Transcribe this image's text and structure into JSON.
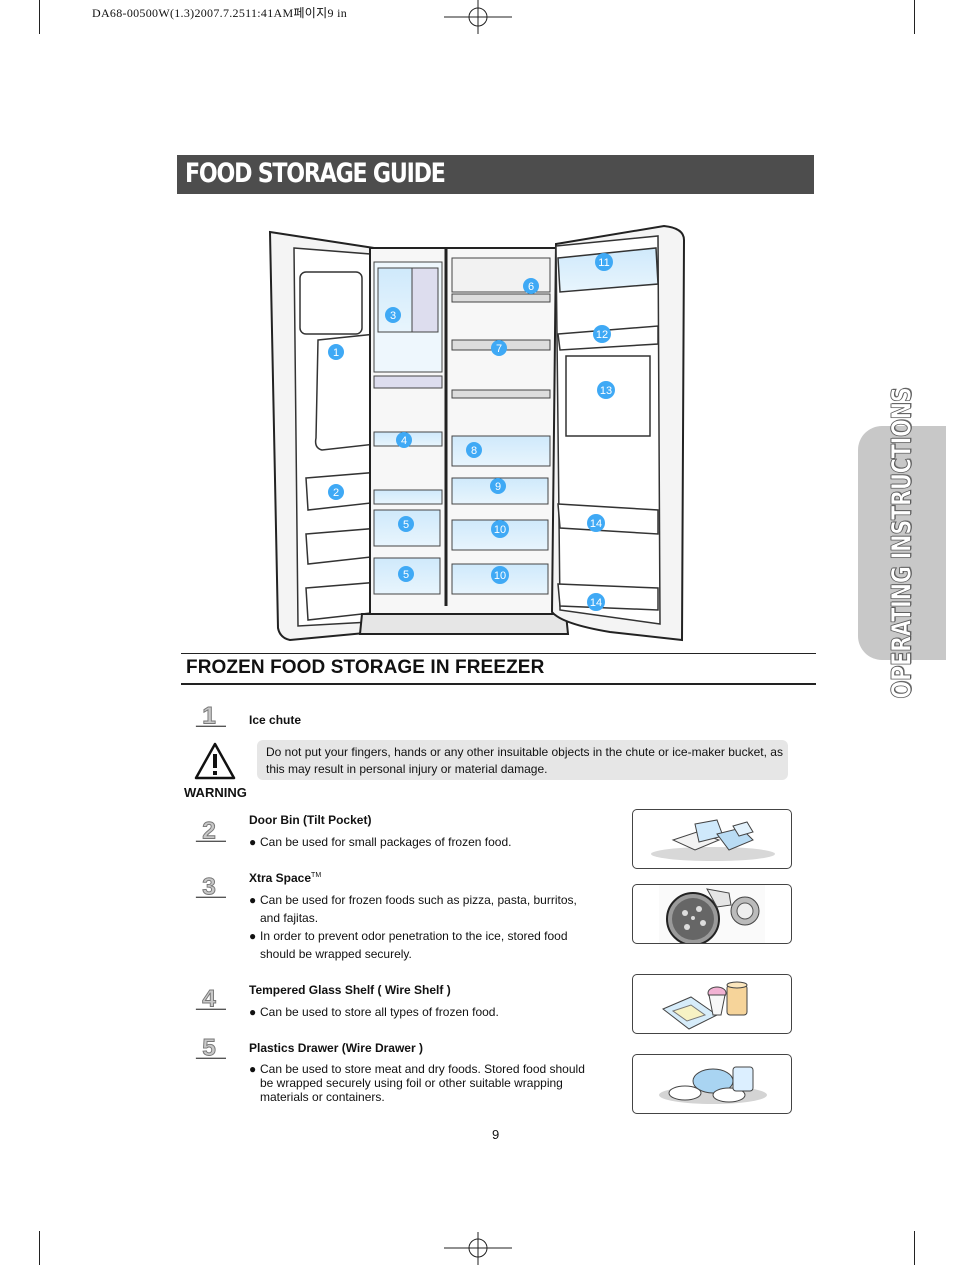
{
  "print_header": {
    "file_id": "DA68-00500W(1.3)2007.7.2511:41AM페이지9 in"
  },
  "page": {
    "title": "FOOD STORAGE GUIDE",
    "side_tab": "OPERATING INSTRUCTIONS",
    "page_number": "9"
  },
  "diagram": {
    "callouts": [
      "1",
      "2",
      "3",
      "4",
      "5",
      "5",
      "6",
      "7",
      "8",
      "9",
      "10",
      "10",
      "11",
      "12",
      "13",
      "14",
      "14"
    ],
    "accent_color": "#3fa9f5"
  },
  "section": {
    "title": "FROZEN FOOD STORAGE IN FREEZER",
    "warning": {
      "label": "WARNING",
      "text": "Do not put your fingers, hands or any other insuitable objects in the chute or ice-maker bucket, as this may result in personal injury or material damage."
    },
    "items": [
      {
        "number": "1",
        "heading": "Ice chute",
        "bullets": []
      },
      {
        "number": "2",
        "heading": "Door Bin (Tilt Pocket)",
        "bullets": [
          "Can be used for small packages of frozen food."
        ]
      },
      {
        "number": "3",
        "heading": "Xtra Space",
        "heading_suffix": "TM",
        "bullets": [
          "Can be used for frozen foods such as pizza, pasta, burritos, and fajitas.",
          "In order to prevent odor penetration to the ice, stored food should be wrapped securely."
        ]
      },
      {
        "number": "4",
        "heading": "Tempered Glass Shelf ( Wire Shelf )",
        "bullets": [
          "Can be used to store all types of frozen food."
        ]
      },
      {
        "number": "5",
        "heading": "Plastics Drawer (Wire Drawer )",
        "bullets": [
          "Can be used to store meat and dry foods. Stored food should be wrapped securely using foil or other suitable wrapping materials or containers."
        ]
      }
    ]
  },
  "icons": {
    "warning": "warning-triangle-icon",
    "registration": "crosshair-registration-icon",
    "photos": [
      "frozen-packages-photo",
      "pizza-photo",
      "ice-cream-photo",
      "wrapped-meat-photo"
    ]
  }
}
